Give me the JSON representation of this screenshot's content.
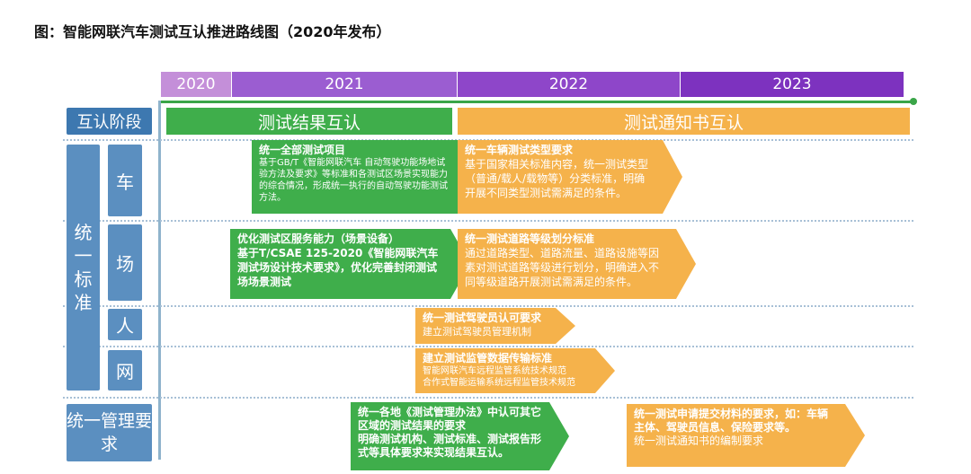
{
  "title": "图：智能网联汽车测试互认推进路线图（2020年发布）",
  "years": {
    "y2020": "2020",
    "y2021": "2021",
    "y2022": "2022",
    "y2023": "2023"
  },
  "labels": {
    "phase": "互认阶段",
    "standard": "统一标准",
    "car": "车",
    "site": "场",
    "person": "人",
    "net": "网",
    "management": "统一管理要求"
  },
  "phases": {
    "mutual_results": "测试结果互认",
    "mutual_notice": "测试通知书互认"
  },
  "boxes": {
    "car_green": {
      "title": "统一全部测试项目",
      "body": "基于GB/T《智能网联汽车 自动驾驶功能场地试验方法及要求》等标准和各测试区场景实现能力的综合情况，形成统一执行的自动驾驶功能测试方法。"
    },
    "car_orange": {
      "title": "统一车辆测试类型要求",
      "body": "基于国家相关标准内容，统一测试类型（普通/载人/载物等）分类标准，明确开展不同类型测试需满足的条件。"
    },
    "site_green": {
      "title": "优化测试区服务能力（场景设备）",
      "body": "基于T/CSAE 125-2020《智能网联汽车测试场设计技术要求》，优化完善封闭测试场场景测试"
    },
    "site_orange": {
      "title": "统一测试道路等级划分标准",
      "body": "通过道路类型、道路流量、道路设施等因素对测试道路等级进行划分，明确进入不同等级道路开展测试需满足的条件。"
    },
    "person": {
      "title": "统一测试驾驶员认可要求",
      "body": "建立测试驾驶员管理机制"
    },
    "net": {
      "title": "建立测试监管数据传输标准",
      "body": "智能网联汽车远程监管系统技术规范\n合作式智能运输系统远程监管技术规范"
    },
    "mgmt_green": {
      "title": "统一各地《测试管理办法》中认可其它区域的测试结果的要求",
      "body": "明确测试机构、测试标准、测试报告形式等具体要求来实现结果互认。"
    },
    "mgmt_orange": {
      "title": "统一测试申请提交材料的要求，如：车辆主体、驾驶员信息、保险要求等。",
      "body": "统一测试通知书的编制要求"
    }
  },
  "colors": {
    "green": "#3fae4b",
    "orange": "#f5b24b",
    "purple_dark": "#7d32bf",
    "purple_light": "#c48fd9",
    "label_blue": "#5b8fc0"
  }
}
